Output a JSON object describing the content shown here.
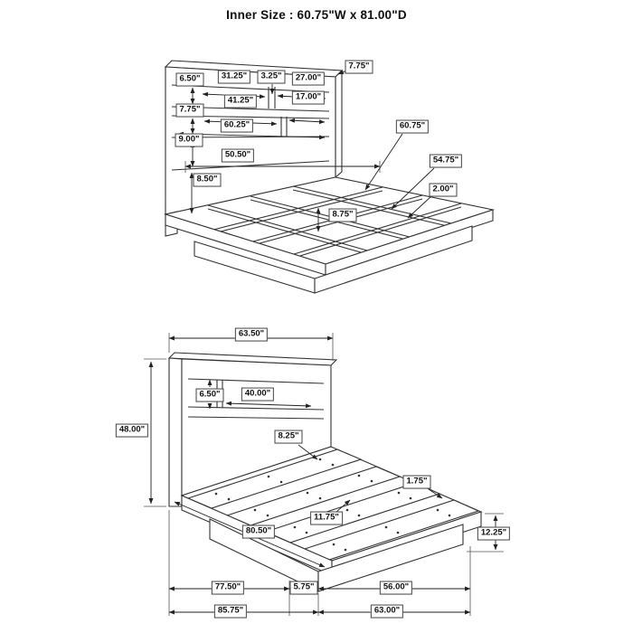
{
  "title": "Inner Size : 60.75\"W x 81.00\"D",
  "top_view": {
    "dims": {
      "hb_top": "7.75\"",
      "shelf_h": "6.50\"",
      "shelf_w1": "31.25\"",
      "divider": "3.25\"",
      "shelf_w2": "27.00\"",
      "shelf2_w1": "41.25\"",
      "shelf2_w2": "17.00\"",
      "shelf2_h": "7.75\"",
      "inner_w": "60.25\"",
      "base_h": "9.00\"",
      "rail_len": "50.50\"",
      "rail_h": "8.50\"",
      "slat_w": "60.75\"",
      "slat_len": "54.75\"",
      "rail_t": "2.00\"",
      "gap": "8.75\""
    }
  },
  "side_view": {
    "dims": {
      "hb_w": "63.50\"",
      "cubby_h": "6.50\"",
      "cubby_w": "40.00\"",
      "hb_h": "48.00\"",
      "deck_h": "8.25\"",
      "slat_t": "1.75\"",
      "deck_len": "80.50\"",
      "slat_gap": "11.75\"",
      "foot_h": "12.25\"",
      "base_len": "77.50\"",
      "base_off": "5.75\"",
      "base_w": "56.00\"",
      "total_len": "85.75\"",
      "total_w": "63.00\""
    }
  }
}
